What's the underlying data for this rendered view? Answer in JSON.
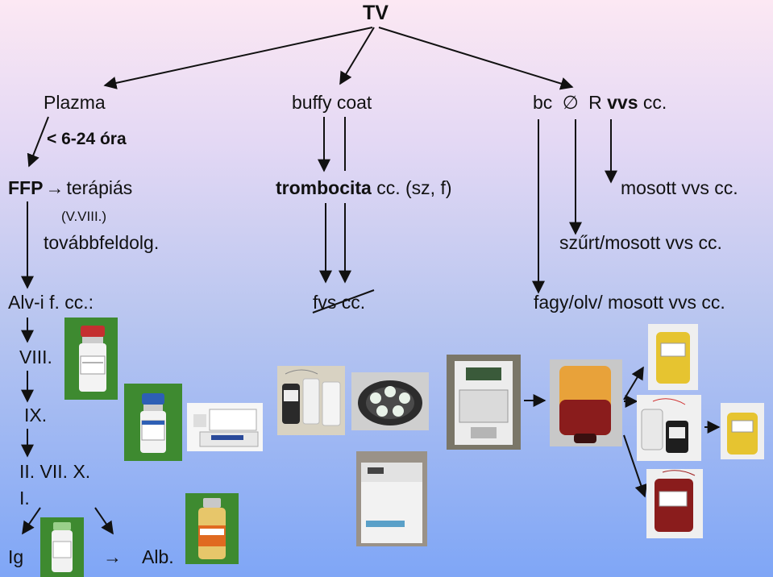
{
  "title": "TV",
  "top_labels": {
    "plazma": "Plazma",
    "buffy_coat": "buffy coat",
    "bc": "bc",
    "empty_set": "∅",
    "r": "R",
    "vvs": "vvs",
    "cc": "cc."
  },
  "time_note": "< 6-24 óra",
  "ffp": {
    "ffp": "FFP",
    "arrow": "→",
    "terapias": "terápiás",
    "factor": "(V.VIII.)",
    "tovabb": "továbbfeldolg."
  },
  "trombocita": {
    "bold": "trombocita",
    "rest": "cc. (sz, f)"
  },
  "mosott": "mosott vvs cc.",
  "szurt": "szűrt/mosott vvs cc.",
  "alvi": "Alv-i f. cc.:",
  "fvs": "fvs cc.",
  "fagy": "fagy/olv/ mosott vvs cc.",
  "factors": {
    "viii": "VIII.",
    "ix": "IX.",
    "ii_vii_x": "II. VII. X.",
    "i": "I.",
    "ig": "Ig",
    "alb_arrow": "→",
    "alb": "Alb."
  },
  "colors": {
    "background_top": "#fce8f3",
    "background_bottom": "#7fa6f6",
    "text": "#111111",
    "photo_green": "#3e8a30",
    "plasma_yellow": "#e6c430",
    "blood_red": "#8a1c1c"
  }
}
